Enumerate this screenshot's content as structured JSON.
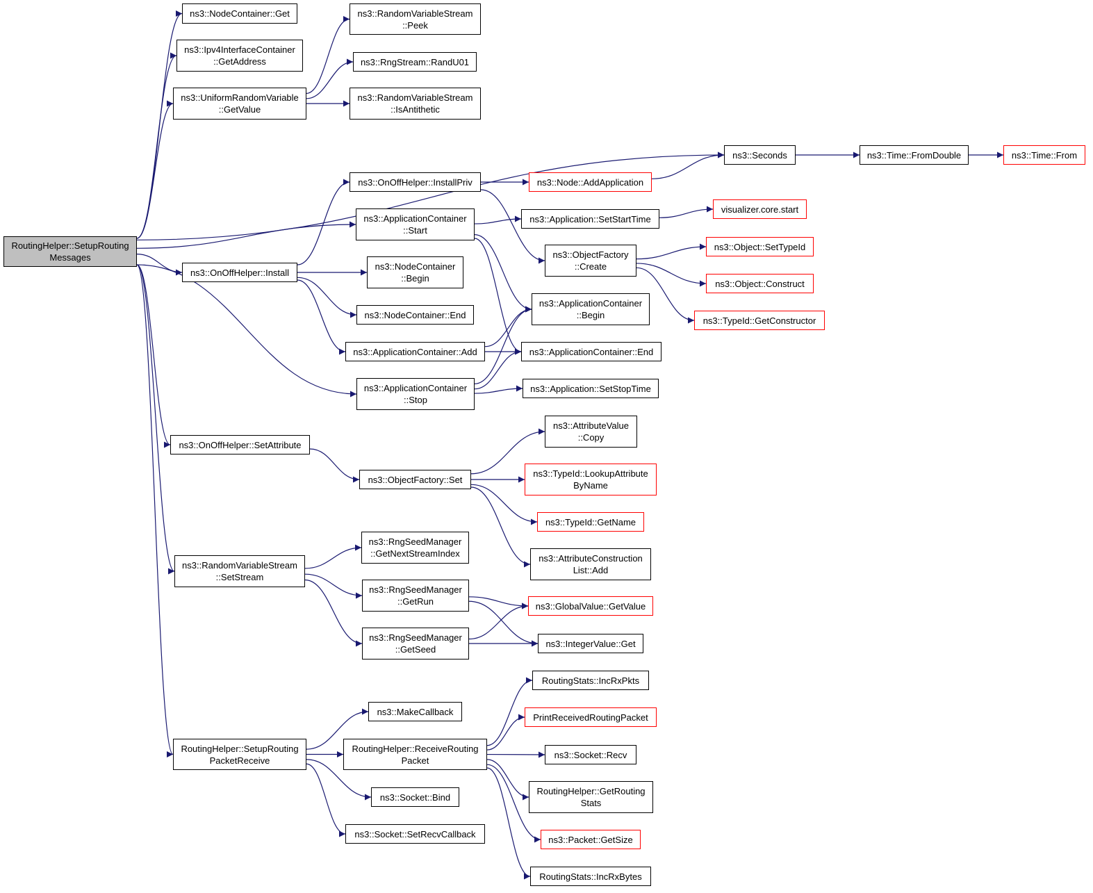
{
  "diagram": {
    "edge_color": "#191970",
    "external_border_color": "#ff0000",
    "root_fill": "#bfbfbf",
    "nodes": [
      {
        "id": "n1",
        "label": "RoutingHelper::SetupRouting\nMessages",
        "style": "root"
      },
      {
        "id": "n2",
        "label": "ns3::NodeContainer::Get"
      },
      {
        "id": "n3",
        "label": "ns3::Ipv4InterfaceContainer\n::GetAddress"
      },
      {
        "id": "n4",
        "label": "ns3::UniformRandomVariable\n::GetValue"
      },
      {
        "id": "n5",
        "label": "ns3::RandomVariableStream\n::Peek"
      },
      {
        "id": "n6",
        "label": "ns3::RngStream::RandU01"
      },
      {
        "id": "n7",
        "label": "ns3::RandomVariableStream\n::IsAntithetic"
      },
      {
        "id": "n8",
        "label": "ns3::Seconds"
      },
      {
        "id": "n9",
        "label": "ns3::Time::FromDouble"
      },
      {
        "id": "n10",
        "label": "ns3::Time::From",
        "style": "red"
      },
      {
        "id": "n11",
        "label": "ns3::OnOffHelper::InstallPriv"
      },
      {
        "id": "n12",
        "label": "ns3::Node::AddApplication",
        "style": "red"
      },
      {
        "id": "n13",
        "label": "ns3::ApplicationContainer\n::Start"
      },
      {
        "id": "n14",
        "label": "ns3::Application::SetStartTime"
      },
      {
        "id": "n15",
        "label": "visualizer.core.start",
        "style": "red"
      },
      {
        "id": "n16",
        "label": "ns3::ObjectFactory\n::Create"
      },
      {
        "id": "n17",
        "label": "ns3::Object::SetTypeId",
        "style": "red"
      },
      {
        "id": "n18",
        "label": "ns3::Object::Construct",
        "style": "red"
      },
      {
        "id": "n19",
        "label": "ns3::TypeId::GetConstructor",
        "style": "red"
      },
      {
        "id": "n20",
        "label": "ns3::OnOffHelper::Install"
      },
      {
        "id": "n21",
        "label": "ns3::NodeContainer\n::Begin"
      },
      {
        "id": "n22",
        "label": "ns3::NodeContainer::End"
      },
      {
        "id": "n23",
        "label": "ns3::ApplicationContainer\n::Begin"
      },
      {
        "id": "n24",
        "label": "ns3::ApplicationContainer::Add"
      },
      {
        "id": "n25",
        "label": "ns3::ApplicationContainer::End"
      },
      {
        "id": "n26",
        "label": "ns3::ApplicationContainer\n::Stop"
      },
      {
        "id": "n27",
        "label": "ns3::Application::SetStopTime"
      },
      {
        "id": "n28",
        "label": "ns3::OnOffHelper::SetAttribute"
      },
      {
        "id": "n29",
        "label": "ns3::AttributeValue\n::Copy"
      },
      {
        "id": "n30",
        "label": "ns3::ObjectFactory::Set"
      },
      {
        "id": "n31",
        "label": "ns3::TypeId::LookupAttribute\nByName",
        "style": "red"
      },
      {
        "id": "n32",
        "label": "ns3::TypeId::GetName",
        "style": "red"
      },
      {
        "id": "n33",
        "label": "ns3::AttributeConstruction\nList::Add"
      },
      {
        "id": "n34",
        "label": "ns3::RngSeedManager\n::GetNextStreamIndex"
      },
      {
        "id": "n35",
        "label": "ns3::RandomVariableStream\n::SetStream"
      },
      {
        "id": "n36",
        "label": "ns3::RngSeedManager\n::GetRun"
      },
      {
        "id": "n37",
        "label": "ns3::GlobalValue::GetValue",
        "style": "red"
      },
      {
        "id": "n38",
        "label": "ns3::RngSeedManager\n::GetSeed"
      },
      {
        "id": "n39",
        "label": "ns3::IntegerValue::Get"
      },
      {
        "id": "n40",
        "label": "RoutingStats::IncRxPkts"
      },
      {
        "id": "n41",
        "label": "ns3::MakeCallback"
      },
      {
        "id": "n42",
        "label": "PrintReceivedRoutingPacket",
        "style": "red"
      },
      {
        "id": "n43",
        "label": "RoutingHelper::SetupRouting\nPacketReceive"
      },
      {
        "id": "n44",
        "label": "RoutingHelper::ReceiveRouting\nPacket"
      },
      {
        "id": "n45",
        "label": "ns3::Socket::Recv"
      },
      {
        "id": "n46",
        "label": "RoutingHelper::GetRouting\nStats"
      },
      {
        "id": "n47",
        "label": "ns3::Socket::Bind"
      },
      {
        "id": "n48",
        "label": "ns3::Packet::GetSize",
        "style": "red"
      },
      {
        "id": "n49",
        "label": "ns3::Socket::SetRecvCallback"
      },
      {
        "id": "n50",
        "label": "RoutingStats::IncRxBytes"
      }
    ],
    "edges": [
      [
        "n1",
        "n2"
      ],
      [
        "n1",
        "n3"
      ],
      [
        "n1",
        "n4"
      ],
      [
        "n1",
        "n8"
      ],
      [
        "n1",
        "n13"
      ],
      [
        "n1",
        "n20"
      ],
      [
        "n1",
        "n26"
      ],
      [
        "n1",
        "n28"
      ],
      [
        "n1",
        "n35"
      ],
      [
        "n1",
        "n43"
      ],
      [
        "n4",
        "n5"
      ],
      [
        "n4",
        "n6"
      ],
      [
        "n4",
        "n7"
      ],
      [
        "n8",
        "n9"
      ],
      [
        "n9",
        "n10"
      ],
      [
        "n11",
        "n12"
      ],
      [
        "n11",
        "n16"
      ],
      [
        "n12",
        "n8"
      ],
      [
        "n13",
        "n14"
      ],
      [
        "n13",
        "n23"
      ],
      [
        "n13",
        "n25"
      ],
      [
        "n14",
        "n15"
      ],
      [
        "n16",
        "n17"
      ],
      [
        "n16",
        "n18"
      ],
      [
        "n16",
        "n19"
      ],
      [
        "n20",
        "n11"
      ],
      [
        "n20",
        "n21"
      ],
      [
        "n20",
        "n22"
      ],
      [
        "n20",
        "n24"
      ],
      [
        "n24",
        "n23"
      ],
      [
        "n24",
        "n25"
      ],
      [
        "n26",
        "n23"
      ],
      [
        "n26",
        "n25"
      ],
      [
        "n26",
        "n27"
      ],
      [
        "n28",
        "n30"
      ],
      [
        "n30",
        "n29"
      ],
      [
        "n30",
        "n31"
      ],
      [
        "n30",
        "n32"
      ],
      [
        "n30",
        "n33"
      ],
      [
        "n35",
        "n34"
      ],
      [
        "n35",
        "n36"
      ],
      [
        "n35",
        "n38"
      ],
      [
        "n36",
        "n37"
      ],
      [
        "n36",
        "n39"
      ],
      [
        "n38",
        "n37"
      ],
      [
        "n38",
        "n39"
      ],
      [
        "n43",
        "n41"
      ],
      [
        "n43",
        "n44"
      ],
      [
        "n43",
        "n47"
      ],
      [
        "n43",
        "n49"
      ],
      [
        "n44",
        "n40"
      ],
      [
        "n44",
        "n42"
      ],
      [
        "n44",
        "n45"
      ],
      [
        "n44",
        "n46"
      ],
      [
        "n44",
        "n48"
      ],
      [
        "n44",
        "n50"
      ]
    ]
  }
}
